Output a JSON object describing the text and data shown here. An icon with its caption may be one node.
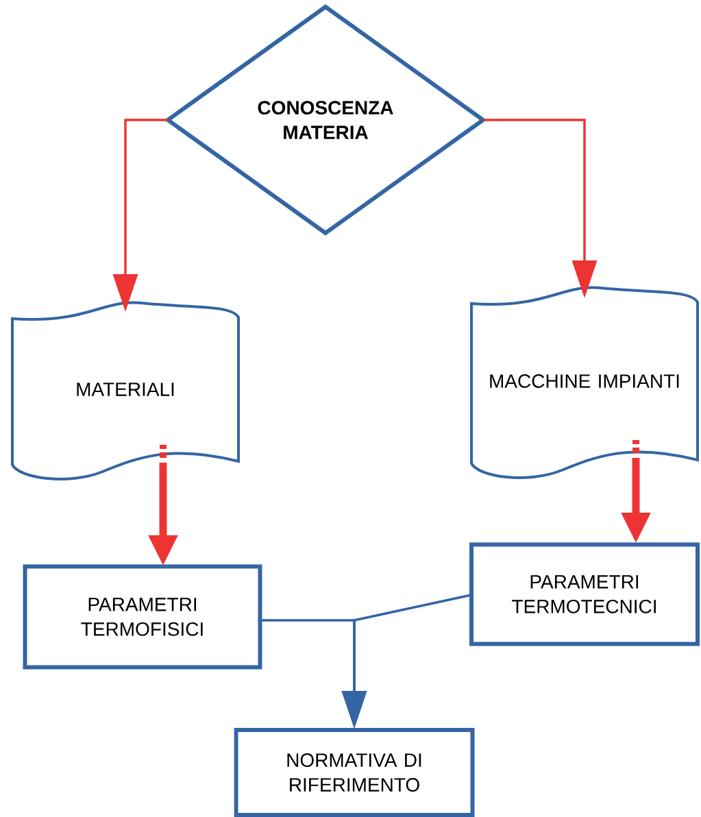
{
  "diagram": {
    "nodes": [
      {
        "text": [
          "CONOSCENZA MATERIA"
        ]
      },
      {
        "text": [
          "MATERIALI"
        ]
      },
      {
        "text": [
          "MACCHINE IMPIANTI"
        ]
      },
      {
        "text": [
          "PARAMETRI TERMOFISICI"
        ]
      },
      {
        "text": [
          "PARAMETRI TERMOTECNICI"
        ]
      },
      {
        "text": [
          "NORMATIVA DI RIFERIMENTO"
        ]
      }
    ],
    "edges": [
      {
        "from": 0,
        "to": 1,
        "arrow": "to"
      },
      {
        "from": 0,
        "to": 2,
        "arrow": "to"
      },
      {
        "from": 1,
        "to": 3,
        "arrow": "to",
        "style": "thick"
      },
      {
        "from": 2,
        "to": 4,
        "arrow": "to",
        "style": "thick"
      },
      {
        "from": 3,
        "to": 5,
        "arrow": "to",
        "color": "#3465a4"
      },
      {
        "from": 4,
        "to": 5,
        "arrow": "to",
        "color": "#3465a4"
      }
    ]
  }
}
